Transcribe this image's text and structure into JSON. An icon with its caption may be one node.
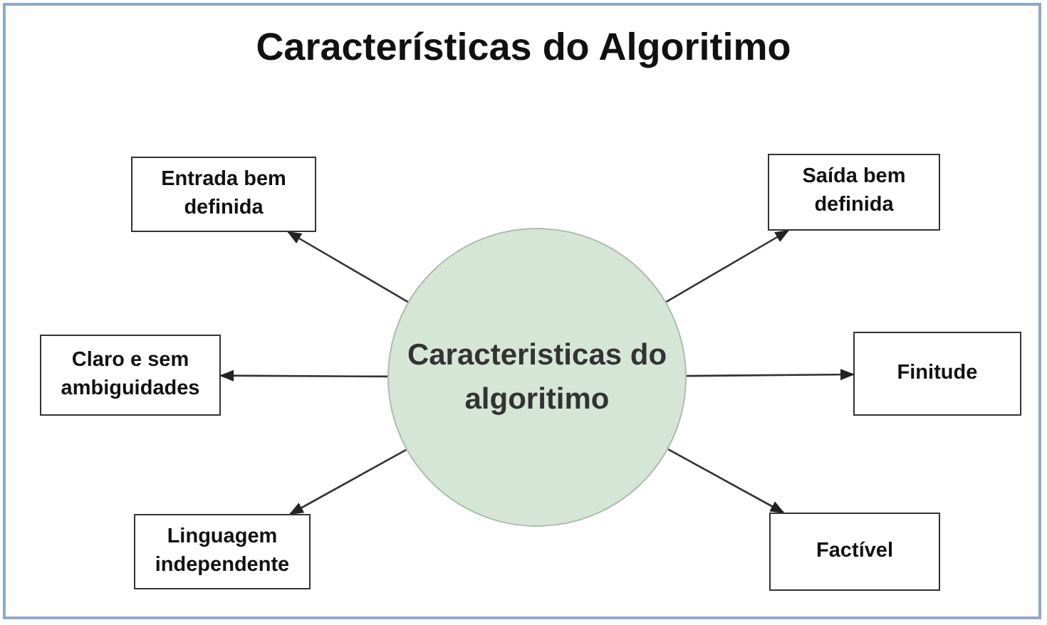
{
  "diagram": {
    "title": "Características do Algoritimo",
    "nodes": [
      {
        "text": [
          "Entrada bem definida"
        ]
      },
      {
        "text": [
          "Saída bem definida"
        ]
      },
      {
        "text": [
          "Claro e sem ambiguidades"
        ]
      },
      {
        "text": [
          "Caracteristicas do algoritimo"
        ]
      },
      {
        "text": [
          "Finitude"
        ]
      },
      {
        "text": [
          "Linguagem independente"
        ]
      },
      {
        "text": [
          "Factível"
        ]
      }
    ],
    "edges": [
      {
        "from": 3,
        "to": 0,
        "arrow": "to"
      },
      {
        "from": 3,
        "to": 1,
        "arrow": "to"
      },
      {
        "from": 3,
        "to": 2,
        "arrow": "to"
      },
      {
        "from": 3,
        "to": 4,
        "arrow": "to"
      },
      {
        "from": 3,
        "to": 5,
        "arrow": "to"
      },
      {
        "from": 3,
        "to": 6,
        "arrow": "to"
      }
    ]
  }
}
